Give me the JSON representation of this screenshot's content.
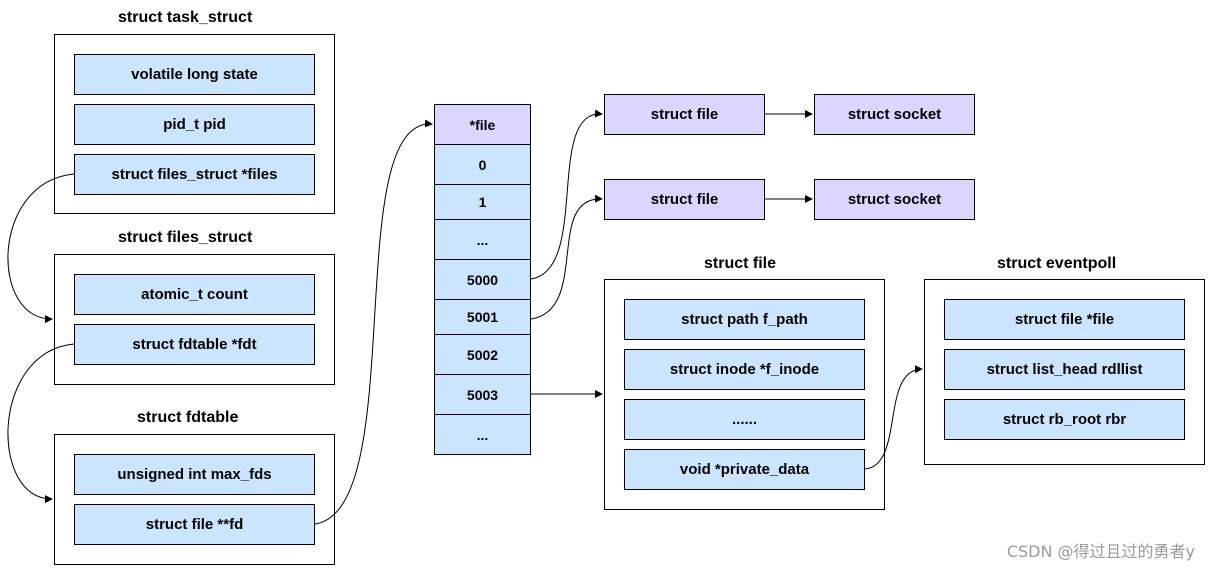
{
  "task_struct": {
    "title": "struct task_struct",
    "fields": [
      "volatile long state",
      "pid_t pid",
      "struct files_struct *files"
    ]
  },
  "files_struct": {
    "title": "struct files_struct",
    "fields": [
      "atomic_t count",
      "struct fdtable *fdt"
    ]
  },
  "fdtable": {
    "title": "struct fdtable",
    "fields": [
      "unsigned int max_fds",
      "struct file **fd"
    ]
  },
  "fd_array": {
    "cells": [
      "*file",
      "0",
      "1",
      "...",
      "5000",
      "5001",
      "5002",
      "5003",
      "..."
    ]
  },
  "socket_rows": [
    {
      "file": "struct file",
      "socket": "struct socket"
    },
    {
      "file": "struct file",
      "socket": "struct socket"
    }
  ],
  "file_struct": {
    "title": "struct file",
    "fields": [
      "struct path f_path",
      "struct inode *f_inode",
      "......",
      "void *private_data"
    ]
  },
  "eventpoll": {
    "title": "struct eventpoll",
    "fields": [
      "struct file *file",
      "struct list_head rdllist",
      "struct rb_root rbr"
    ]
  },
  "watermark": "CSDN @得过且过的勇者y",
  "colors": {
    "field_fill": "#cce5ff",
    "header_fill": "#d9d6ff",
    "line": "#000000"
  }
}
